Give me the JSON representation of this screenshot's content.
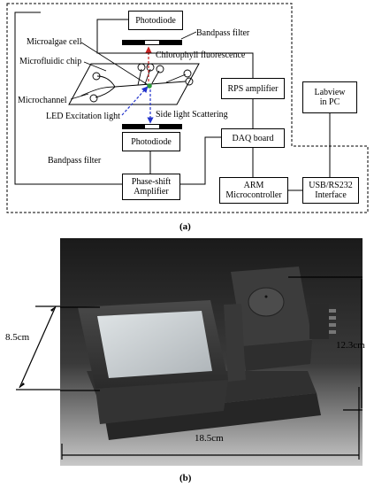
{
  "figure_a": {
    "caption": "(a)",
    "boxes": {
      "photodiode_top": "Photodiode",
      "photodiode_bottom": "Photodiode",
      "rps_amplifier": "RPS amplifier",
      "labview": "Labview\nin PC",
      "daq_board": "DAQ board",
      "phase_shift": "Phase-shift\nAmplifier",
      "arm": "ARM\nMicrocontroller",
      "usb": "USB/RS232\nInterface"
    },
    "labels": {
      "bandpass_top": "Bandpass filter",
      "microalgae": "Microalgae cell",
      "chlorophyll": "Chlorophyll fluorescence",
      "microfluidic_chip": "Microfluidic chip",
      "microchannel": "Microchannel",
      "led": "LED Excitation light",
      "side_light": "Side light Scattering",
      "bandpass_bottom": "Bandpass filter"
    },
    "colors": {
      "fluorescence_arrow": "#cc2222",
      "excitation_arrow": "#2233cc",
      "cell": "#2a9a3a"
    }
  },
  "figure_b": {
    "caption": "(b)",
    "dimensions": {
      "height": "8.5cm",
      "depth": "12.3cm",
      "width": "18.5cm"
    }
  }
}
